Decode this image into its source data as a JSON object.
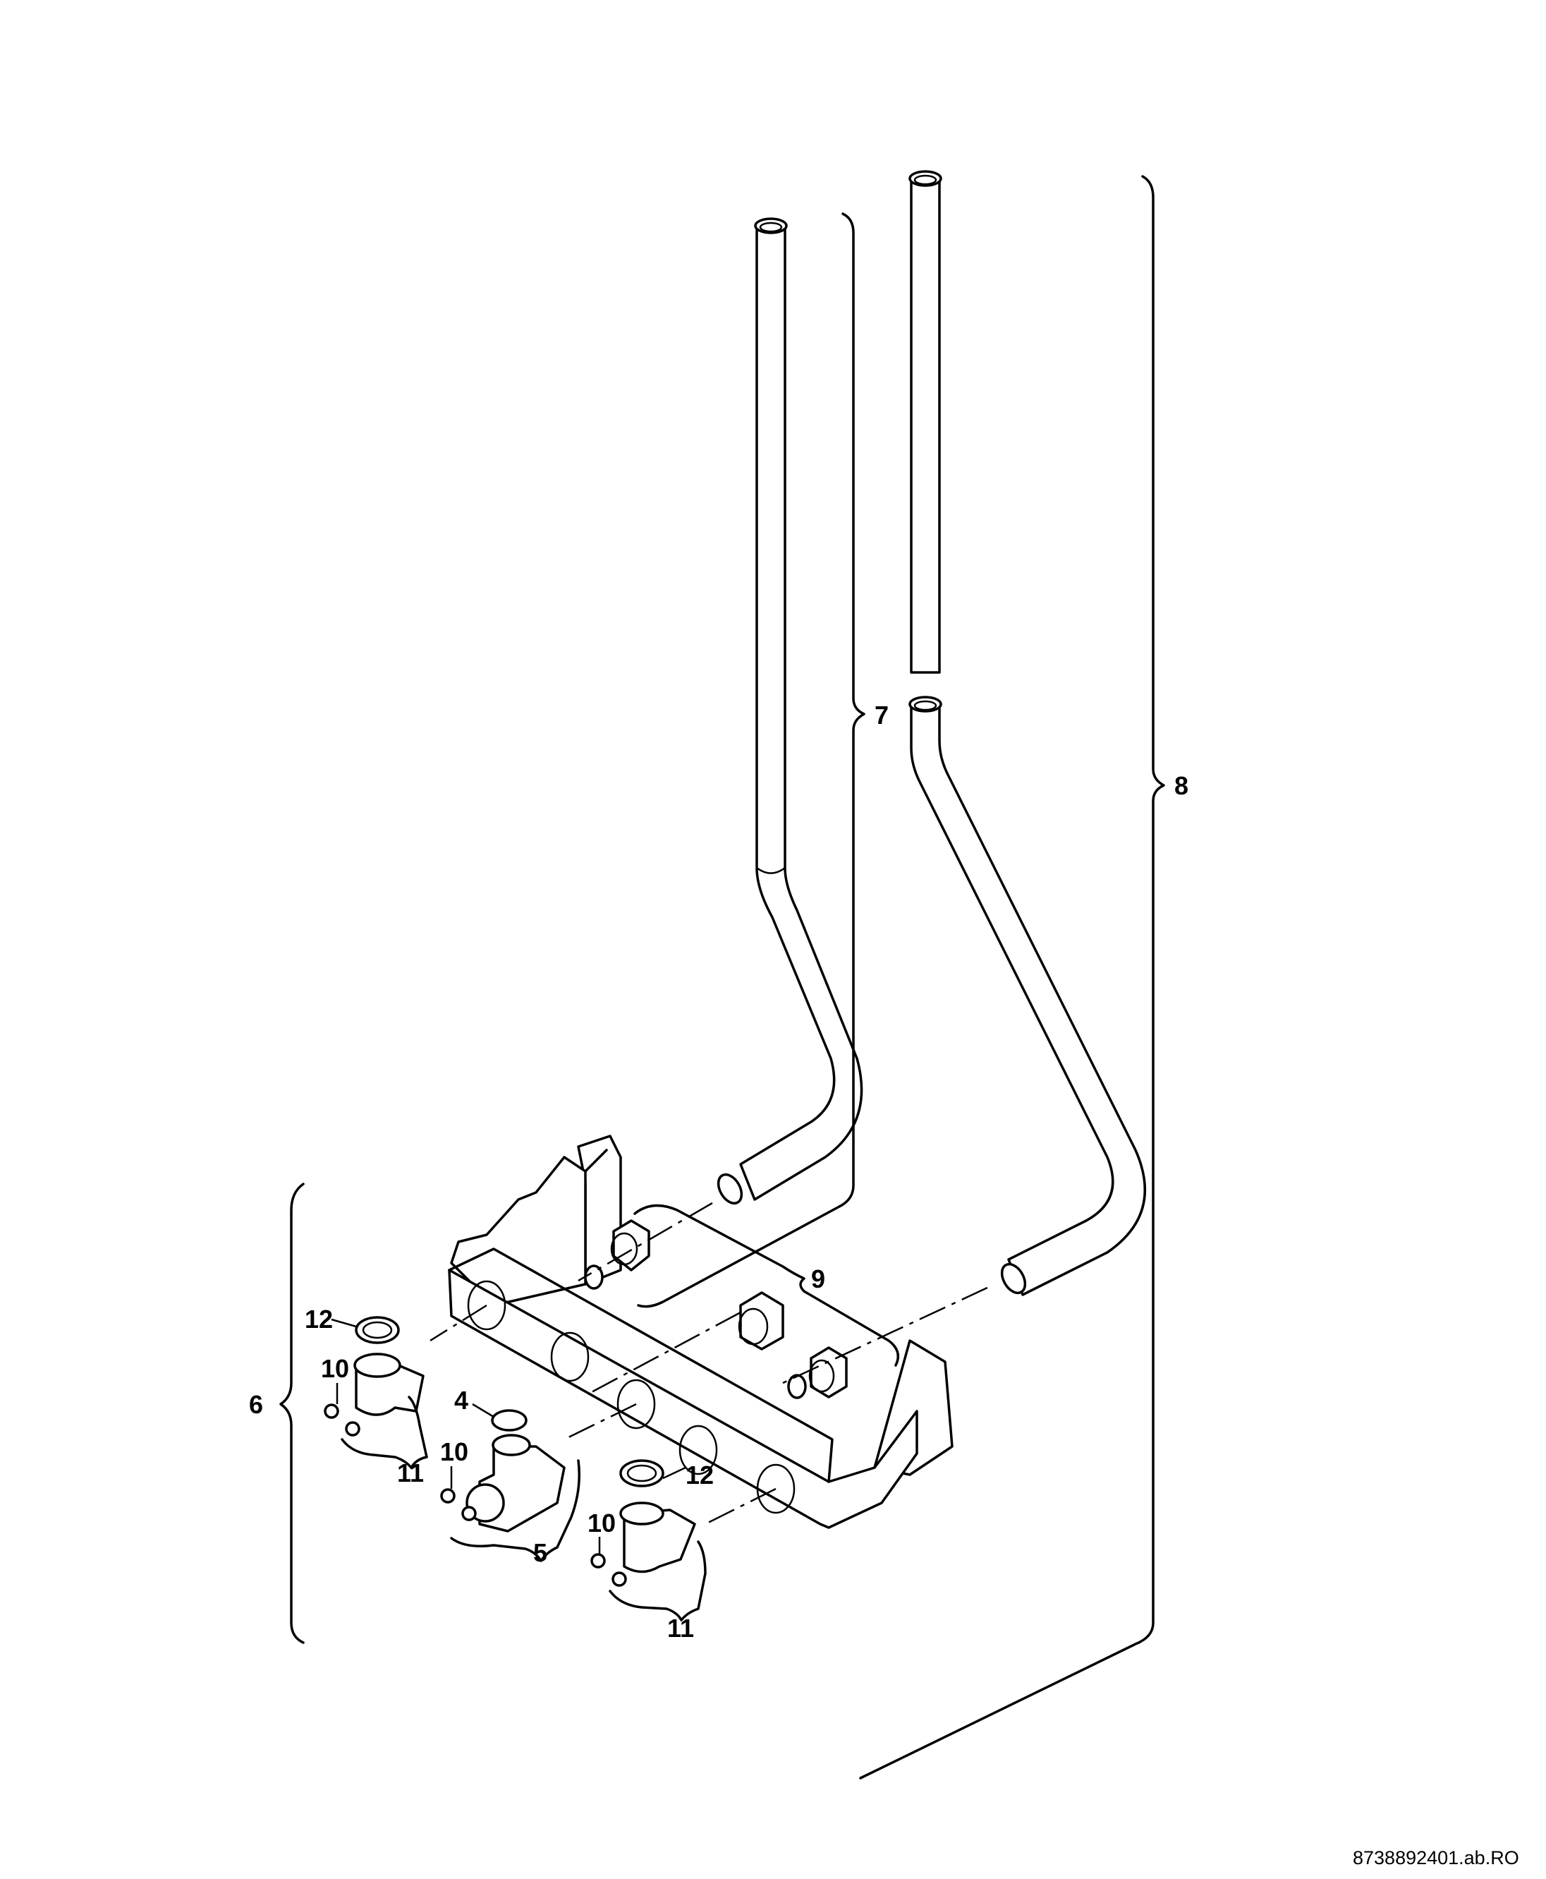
{
  "diagram": {
    "labels": {
      "item_4": "4",
      "item_5": "5",
      "item_6": "6",
      "item_7": "7",
      "item_8": "8",
      "item_9": "9",
      "item_10_a": "10",
      "item_10_b": "10",
      "item_10_c": "10",
      "item_11_a": "11",
      "item_11_b": "11",
      "item_12_a": "12",
      "item_12_b": "12"
    },
    "document_code": "8738892401.ab.RO"
  }
}
